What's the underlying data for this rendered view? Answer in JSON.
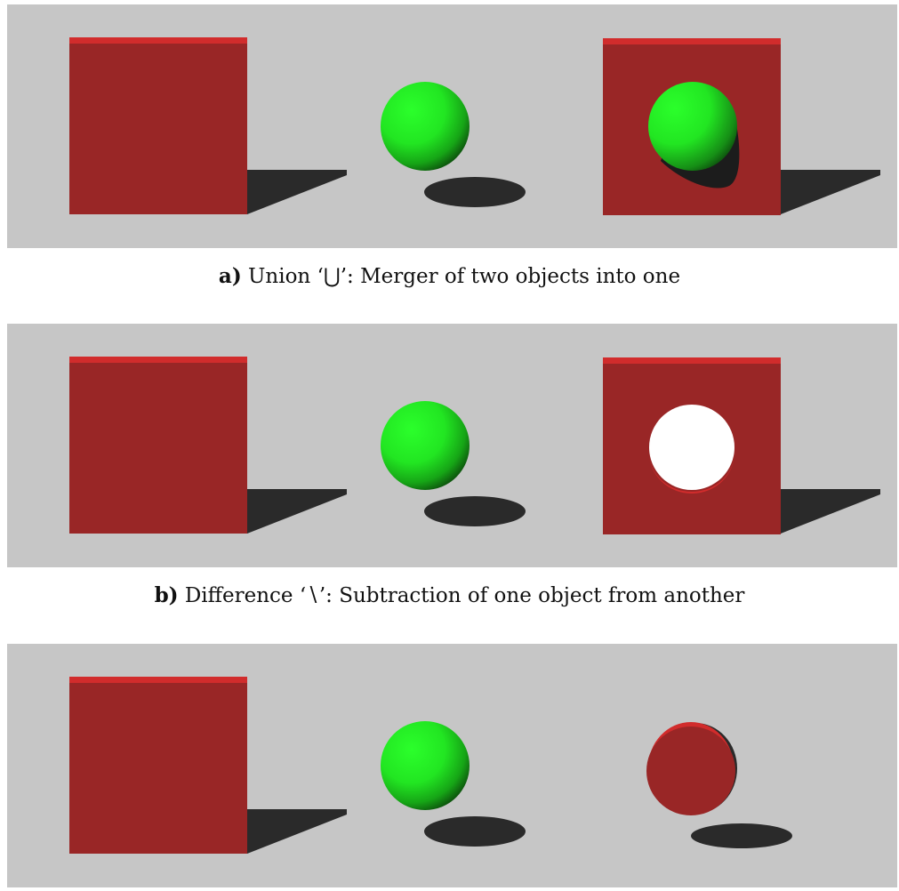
{
  "captions": {
    "a": {
      "letter": "a)",
      "name": "Union",
      "symbol": "⋃",
      "description": "Merger of two objects into one"
    },
    "b": {
      "letter": "b)",
      "name": "Difference",
      "symbol": "∖",
      "description": "Subtraction of one object from another"
    }
  },
  "colors": {
    "background": "#c6c6c6",
    "cube": "#992626",
    "cube_top": "#d12c2c",
    "sphere": "#22ee22",
    "shadow": "#2a2a2a"
  }
}
